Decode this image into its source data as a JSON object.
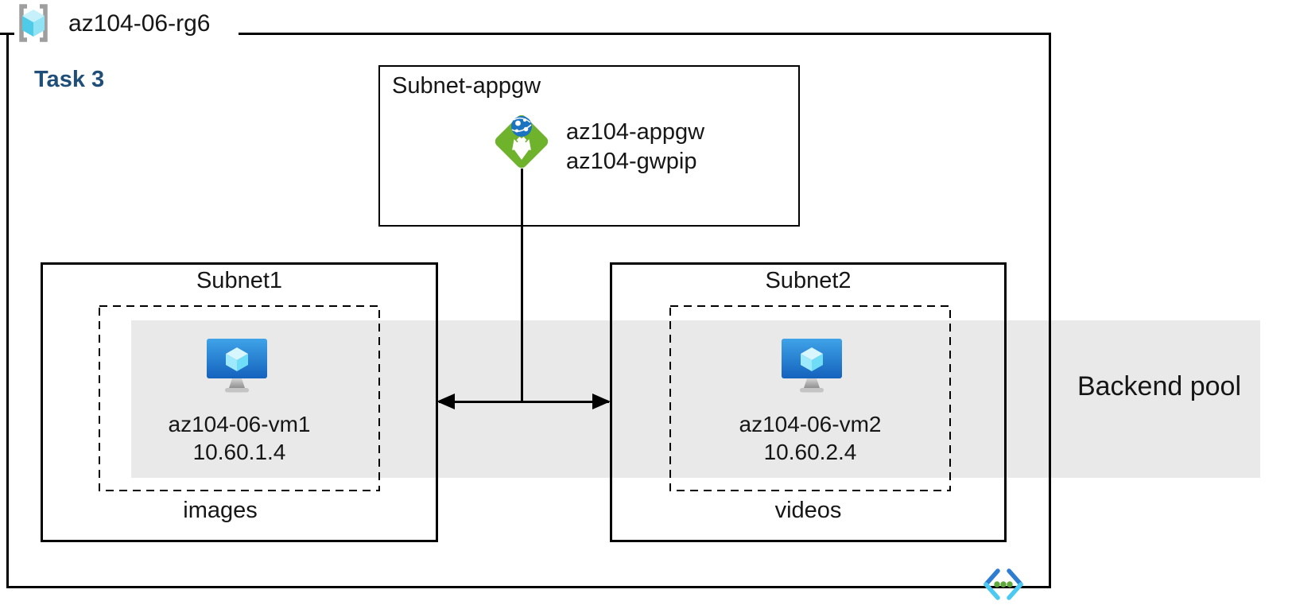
{
  "resource_group": {
    "name": "az104-06-rg6",
    "task_label": "Task 3"
  },
  "appgw_subnet": {
    "title": "Subnet-appgw",
    "gateway_name": "az104-appgw",
    "public_ip_name": "az104-gwpip"
  },
  "subnet1": {
    "title": "Subnet1",
    "vm_name": "az104-06-vm1",
    "vm_ip": "10.60.1.4",
    "container_label": "images"
  },
  "subnet2": {
    "title": "Subnet2",
    "vm_name": "az104-06-vm2",
    "vm_ip": "10.60.2.4",
    "container_label": "videos"
  },
  "backend_pool_label": "Backend pool",
  "icons": {
    "resource_group": "resource-group-icon",
    "app_gateway": "application-gateway-icon",
    "virtual_machine": "virtual-machine-icon",
    "virtual_network": "virtual-network-icon"
  },
  "colors": {
    "backend_band": "#E9E9E9",
    "task_label": "#1F4E79",
    "appgw_green": "#6FB22C",
    "globe_blue": "#1B74C2",
    "vm_blue_top": "#3FA3E8",
    "vm_blue_bottom": "#1462BD",
    "cube_cyan": "#7EE2FB",
    "vnet_chevron_blue": "#2E7DD1",
    "vnet_chevron_cyan": "#4BC9F2",
    "vnet_dot_green": "#5EA83C",
    "line": "#000000"
  }
}
